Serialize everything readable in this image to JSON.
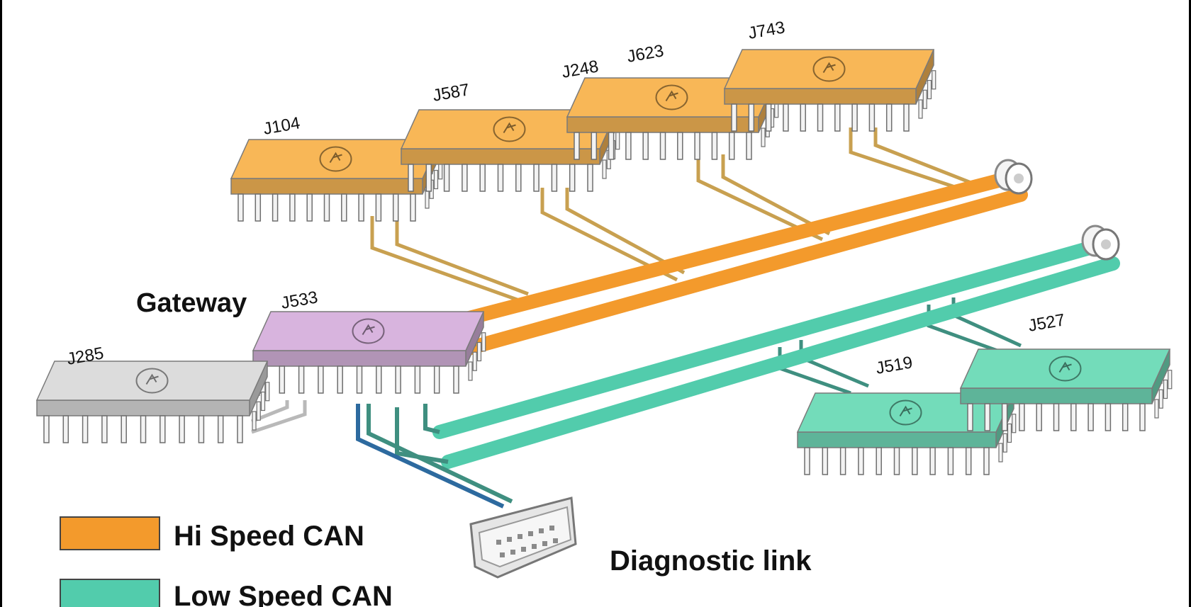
{
  "colors": {
    "hi_speed": "#f39a2c",
    "low_speed": "#52ccac",
    "hi_chip": "#f8b757",
    "low_chip": "#73dcba",
    "gateway_chip": "#d8b4de",
    "gray_chip": "#dcdcdc",
    "stub_hi": "#c8a050",
    "stub_low": "#3f8f80",
    "stub_gray": "#b9b9b9"
  },
  "gateway": {
    "title": "Gateway",
    "id": "J533"
  },
  "modules": {
    "j104": "J104",
    "j587": "J587",
    "j248": "J248",
    "j623": "J623",
    "j743": "J743",
    "j285": "J285",
    "j519": "J519",
    "j527": "J527"
  },
  "legend": {
    "hi_speed_label": "Hi Speed CAN",
    "low_speed_label": "Low Speed CAN"
  },
  "diagnostic": {
    "label": "Diagnostic link"
  }
}
